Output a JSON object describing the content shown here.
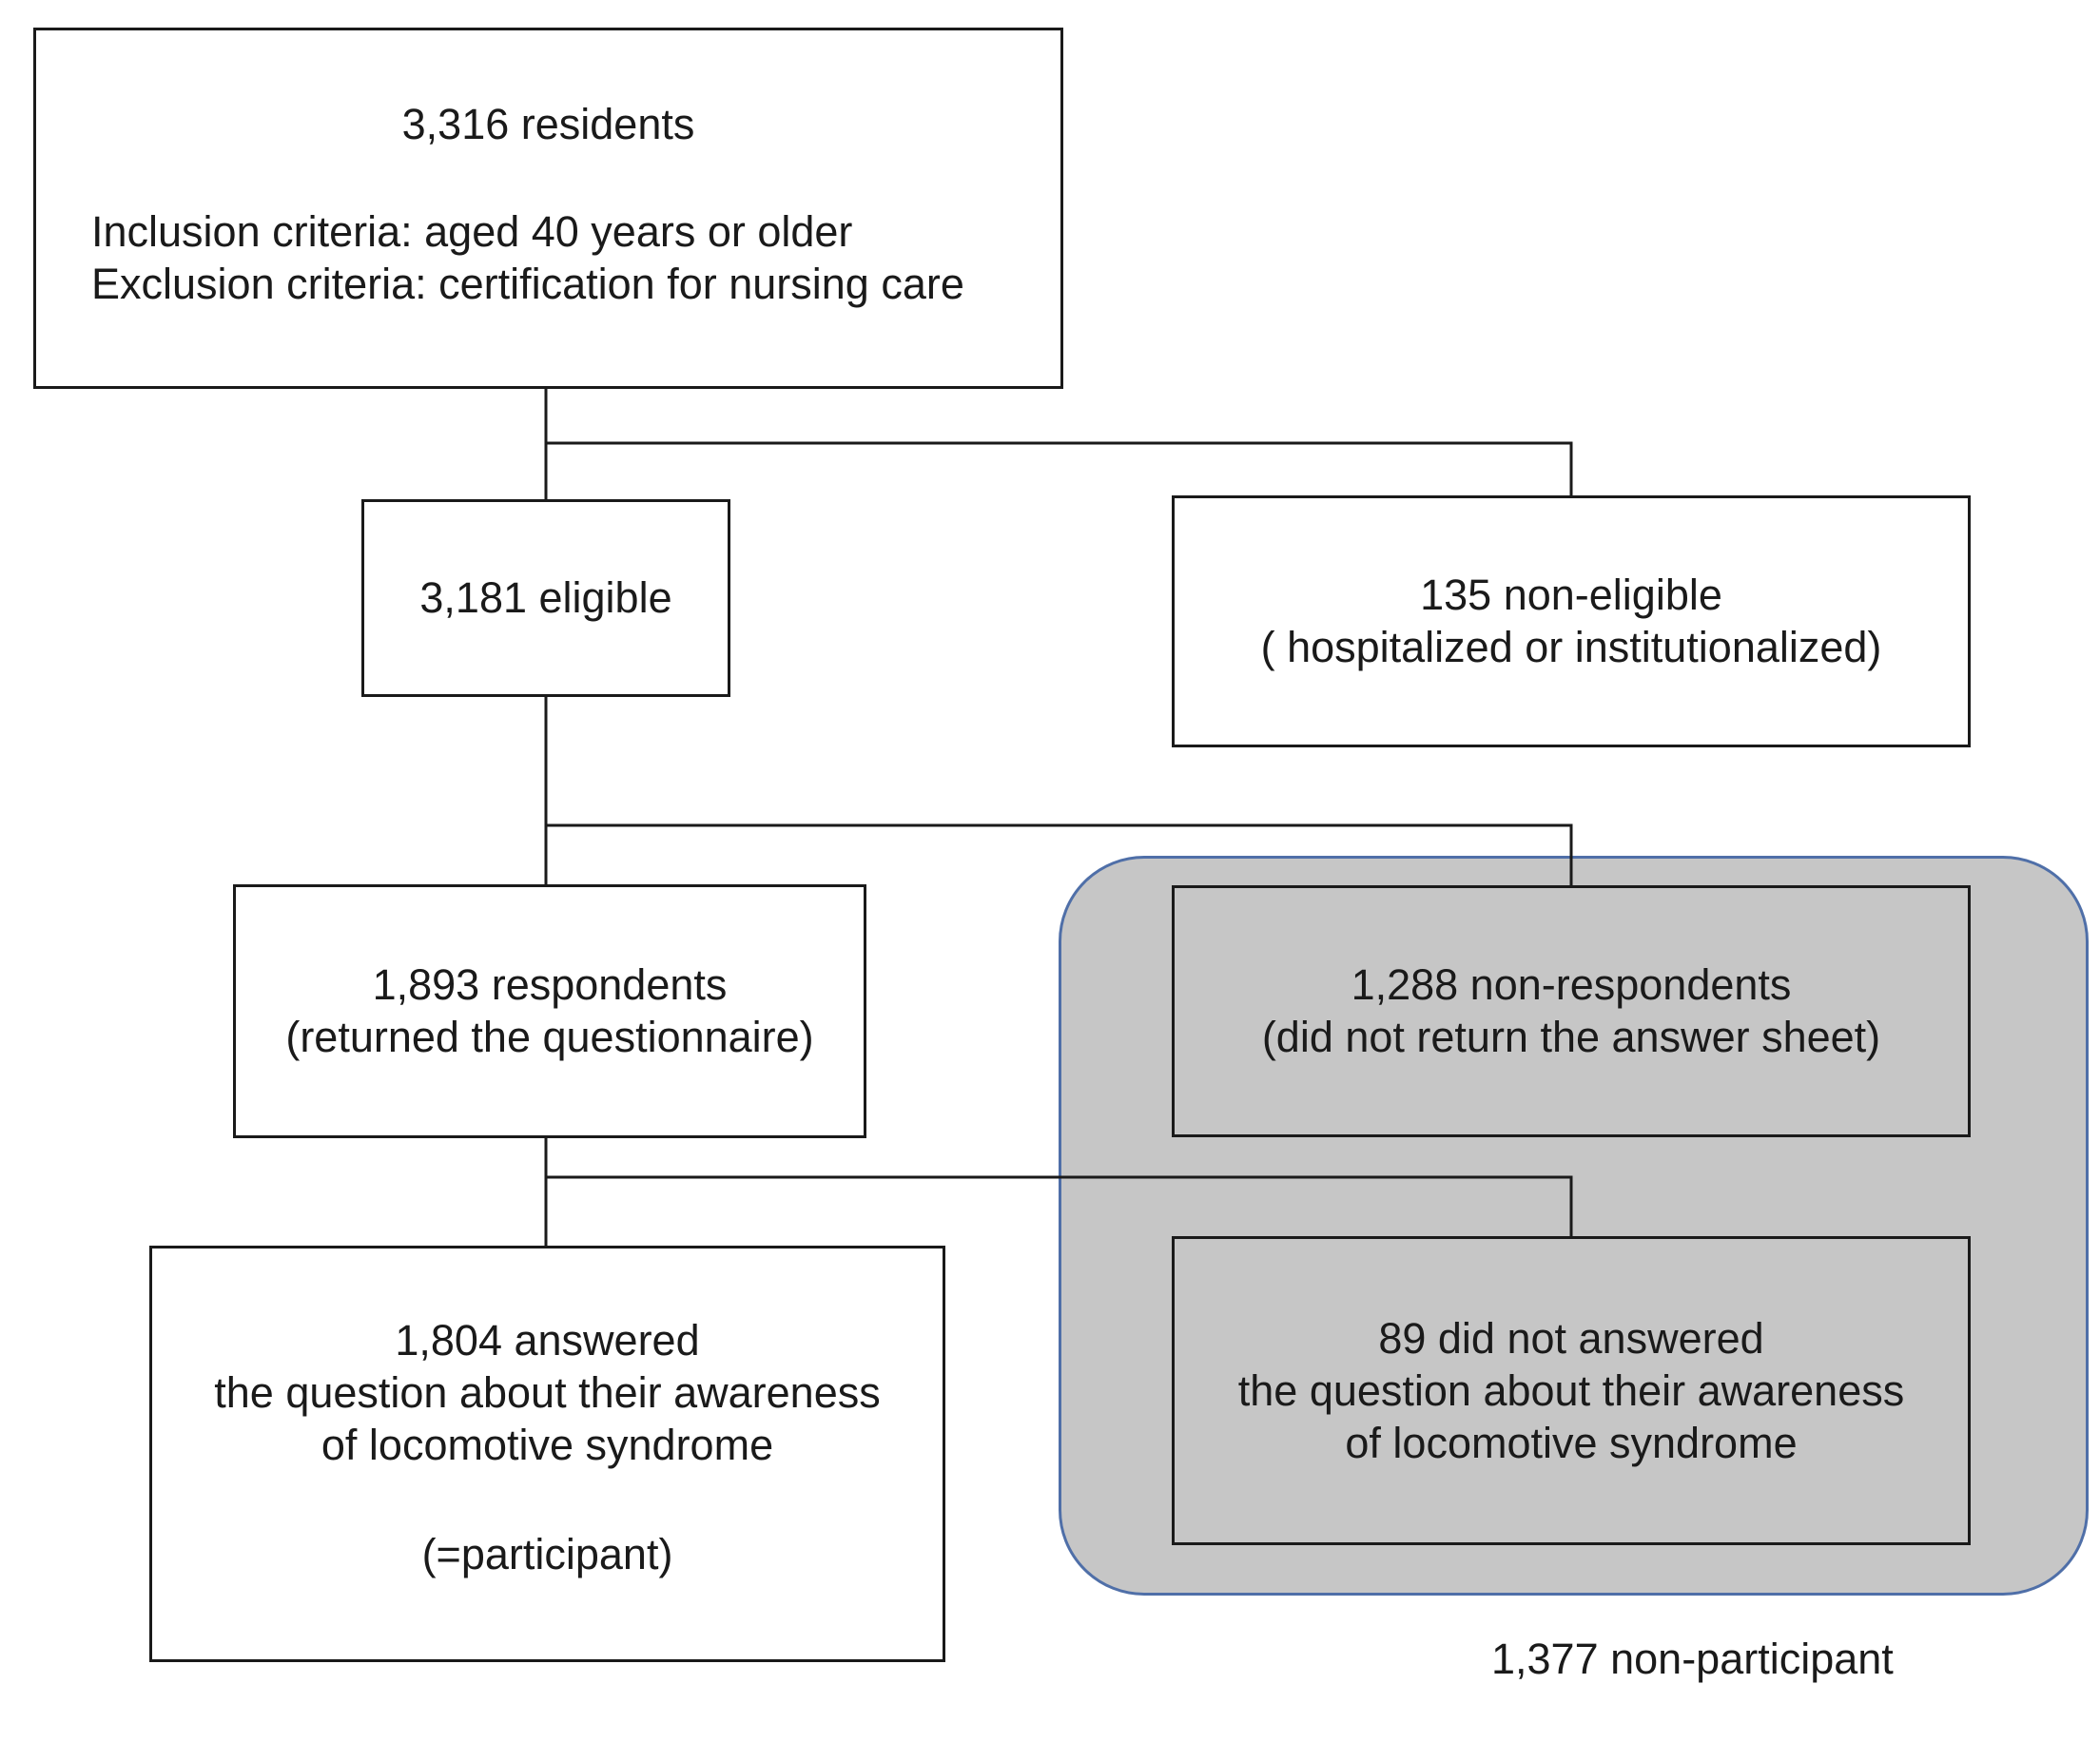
{
  "residents": {
    "title": "3,316 residents",
    "inclusion": "Inclusion criteria: aged 40 years or older",
    "exclusion": "Exclusion criteria: certification for nursing care"
  },
  "eligible": {
    "label": "3,181 eligible"
  },
  "non_eligible": {
    "label": "135 non-eligible",
    "detail": "( hospitalized or institutionalized)"
  },
  "respondents": {
    "label": "1,893 respondents",
    "detail": "(returned the questionnaire)"
  },
  "non_respondents": {
    "label": "1,288 non-respondents",
    "detail": "(did not return the answer sheet)"
  },
  "answered": {
    "line1": "1,804 answered",
    "line2": "the question about their awareness",
    "line3": "of locomotive syndrome",
    "note": "(=participant)"
  },
  "not_answered": {
    "line1": "89 did not answered",
    "line2": "the question about their awareness",
    "line3": "of locomotive syndrome"
  },
  "non_participant_label": "1,377 non-participant",
  "colors": {
    "box_border": "#1a1a1a",
    "grey_fill": "#c6c6c6",
    "group_border": "#4f6fa8"
  }
}
